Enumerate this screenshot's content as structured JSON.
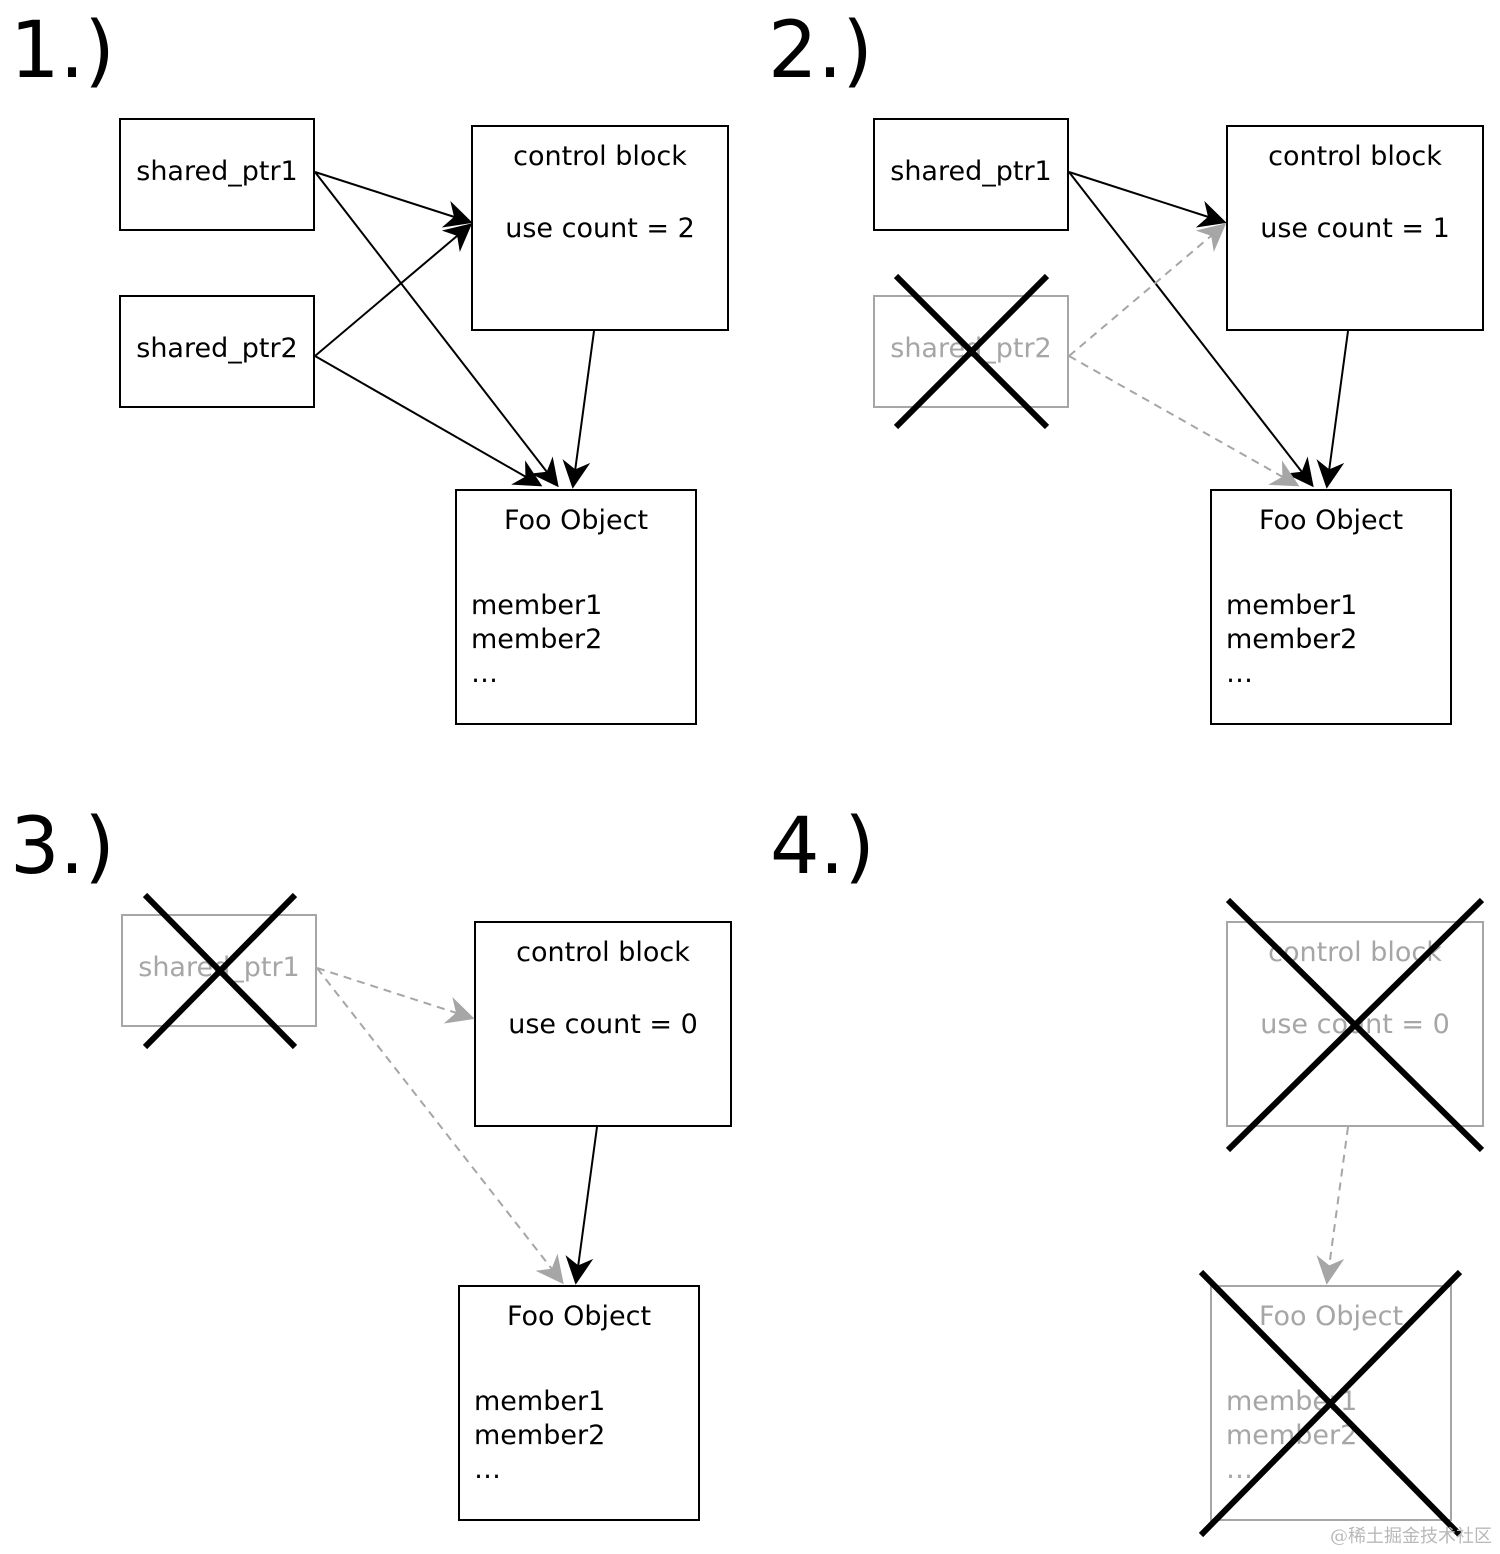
{
  "panels": [
    {
      "label": "1.)"
    },
    {
      "label": "2.)"
    },
    {
      "label": "3.)"
    },
    {
      "label": "4.)"
    }
  ],
  "shared_ptr1_label": "shared_ptr1",
  "shared_ptr2_label": "shared_ptr2",
  "control_block_title": "control block",
  "foo_object_title": "Foo Object",
  "foo_members": [
    "member1",
    "member2",
    "…"
  ],
  "use_count": {
    "p1": "use count = 2",
    "p2": "use count = 1",
    "p3": "use count = 0",
    "p4": "use count = 0"
  },
  "watermark": "@稀土掘金技术社区",
  "colors": {
    "line": "#000000",
    "ghost": "#a6a6a6",
    "background": "#ffffff"
  }
}
